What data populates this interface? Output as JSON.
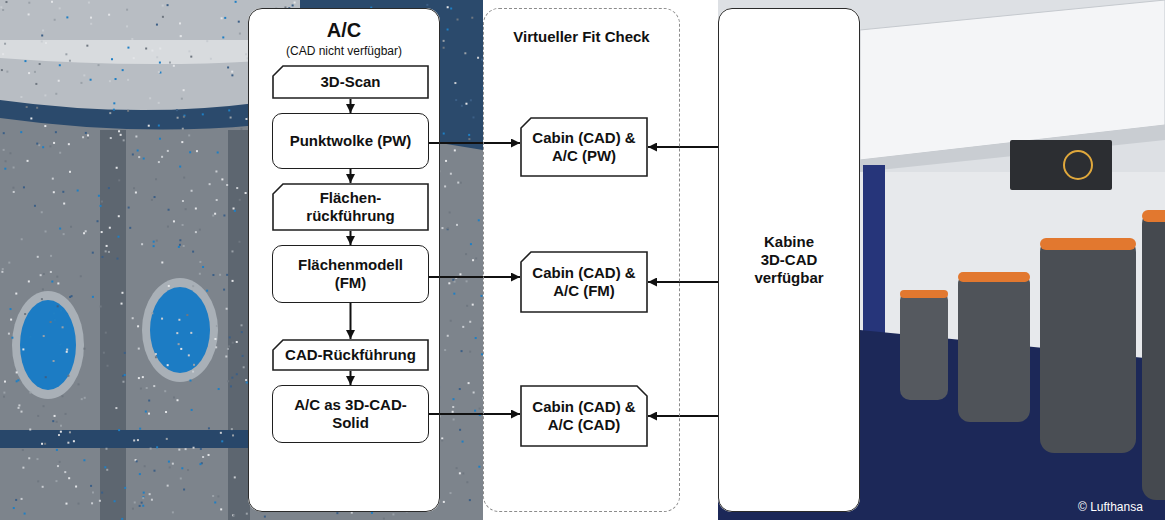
{
  "diagram": {
    "nodes": [
      {
        "text": [
          "A/C",
          "(CAD nicht verfügbar)"
        ]
      },
      {
        "text": [
          "3D-Scan"
        ],
        "in": 0
      },
      {
        "text": [
          "Punktwolke (PW)"
        ],
        "in": 0
      },
      {
        "text": [
          "Flächen- rückführung"
        ],
        "in": 0
      },
      {
        "text": [
          "Flächenmodell (FM)"
        ],
        "in": 0
      },
      {
        "text": [
          "CAD-Rückführung"
        ],
        "in": 0
      },
      {
        "text": [
          "A/C as 3D-CAD-Solid"
        ],
        "in": 0
      },
      {
        "text": [
          "Virtueller Fit Check"
        ]
      },
      {
        "text": [
          "Cabin (CAD) & A/C (PW)"
        ],
        "in": 7
      },
      {
        "text": [
          "Cabin (CAD) & A/C (FM)"
        ],
        "in": 7
      },
      {
        "text": [
          "Cabin (CAD) & A/C (CAD)"
        ],
        "in": 7
      },
      {
        "text": [
          "Kabine",
          "3D-CAD verfügbar"
        ]
      }
    ],
    "edges": [
      {
        "from": 1,
        "to": 2,
        "arrow": "to"
      },
      {
        "from": 2,
        "to": 3,
        "arrow": "to"
      },
      {
        "from": 3,
        "to": 4,
        "arrow": "to"
      },
      {
        "from": 4,
        "to": 5,
        "arrow": "to"
      },
      {
        "from": 5,
        "to": 6,
        "arrow": "to"
      },
      {
        "from": 2,
        "to": 8,
        "arrow": "to"
      },
      {
        "from": 4,
        "to": 9,
        "arrow": "to"
      },
      {
        "from": 6,
        "to": 10,
        "arrow": "to"
      },
      {
        "from": 11,
        "to": 8,
        "arrow": "to"
      },
      {
        "from": 11,
        "to": 9,
        "arrow": "to"
      },
      {
        "from": 11,
        "to": 10,
        "arrow": "to"
      }
    ],
    "labels": [
      "© Lufthansa"
    ]
  }
}
